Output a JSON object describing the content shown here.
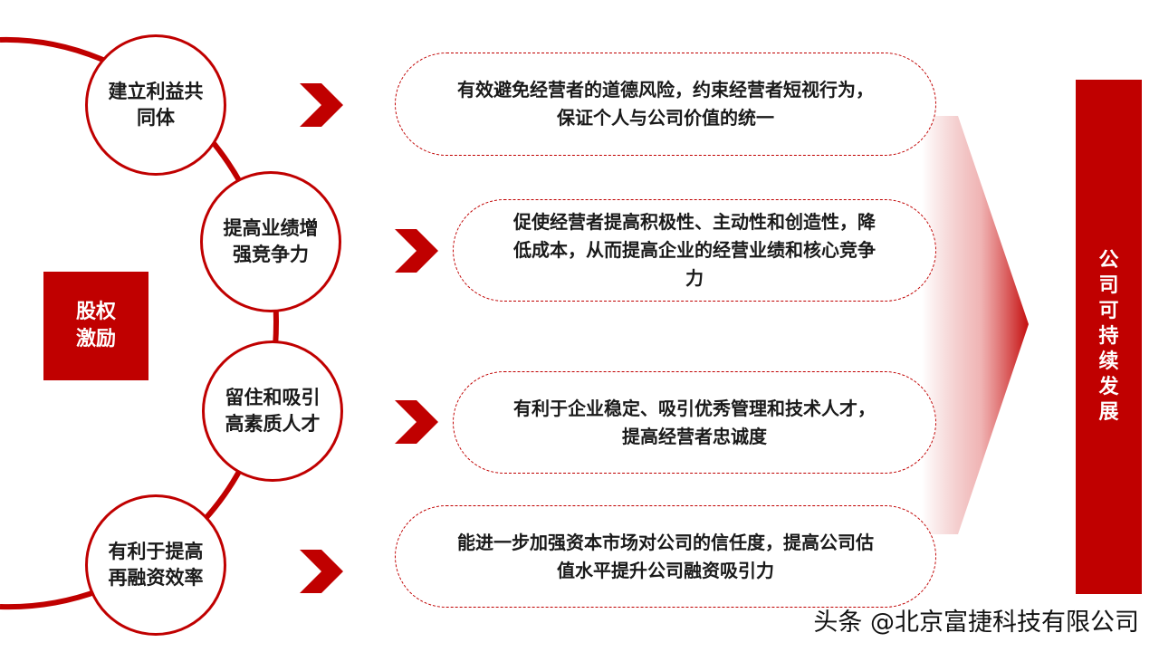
{
  "center": {
    "label": "股权\n激励"
  },
  "benefits": [
    {
      "label": "建立利益共同体",
      "description": "有效避免经营者的道德风险，约束经营者短视行为，\n保证个人与公司价值的统一"
    },
    {
      "label": "提高业绩增强竞争力",
      "description": "促使经营者提高积极性、主动性和创造性，降\n低成本，从而提高企业的经营业绩和核心竞争\n力"
    },
    {
      "label": "留住和吸引高素质人才",
      "description": "有利于企业稳定、吸引优秀管理和技术人才，\n提高经营者忠诚度"
    },
    {
      "label": "有利于提高再融资效率",
      "description": "能进一步加强资本市场对公司的信任度，提高公司估\n值水平提升公司融资吸引力"
    }
  ],
  "result": {
    "label": "公司可持续发展"
  },
  "watermark": "头条 @北京富捷科技有限公司",
  "colors": {
    "accent": "#c00000"
  }
}
